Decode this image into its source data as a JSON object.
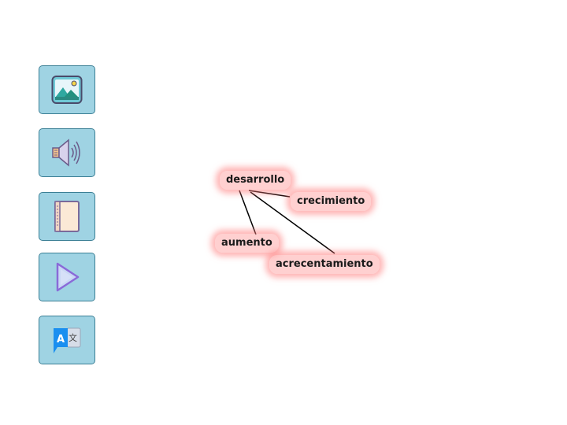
{
  "toolbar": {
    "buttons": [
      {
        "name": "image",
        "icon": "image-icon"
      },
      {
        "name": "audio",
        "icon": "speaker-icon"
      },
      {
        "name": "book",
        "icon": "book-icon"
      },
      {
        "name": "play",
        "icon": "play-icon"
      },
      {
        "name": "translate",
        "icon": "translate-icon"
      }
    ],
    "translate_glyph_a": "A",
    "translate_glyph_b": "文"
  },
  "word_map": {
    "center": "desarrollo",
    "related": [
      "crecimiento",
      "aumento",
      "acrecentamiento"
    ],
    "highlight_color": "#ff8080"
  },
  "colors": {
    "button_bg": "#9fd3e3",
    "button_border": "#3b7f95"
  }
}
